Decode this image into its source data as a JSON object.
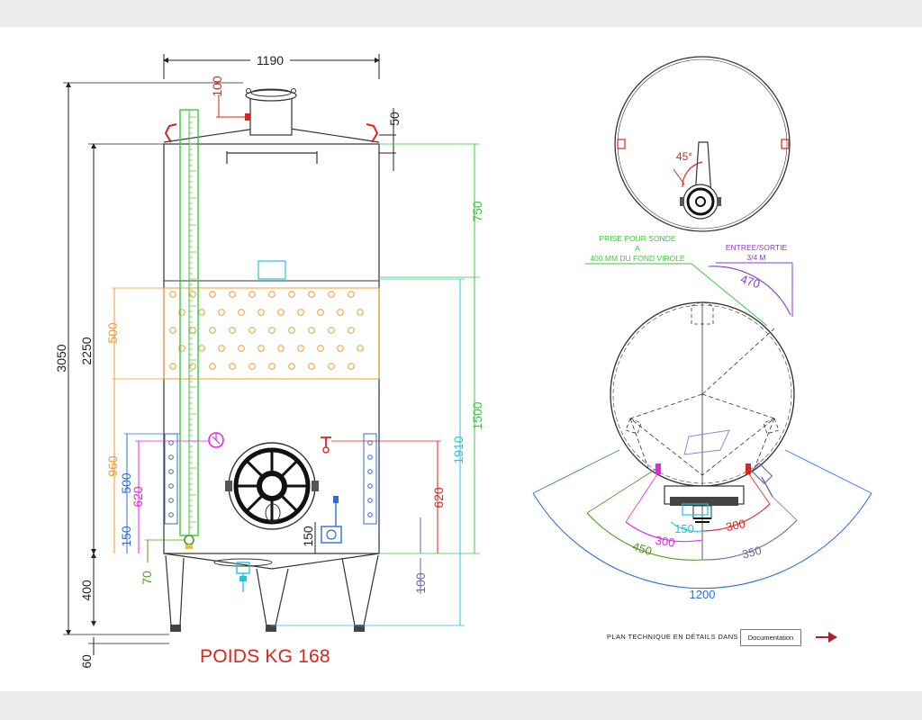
{
  "colors": {
    "black": "#222222",
    "red": "#d9261c",
    "green": "#3cc83c",
    "orange": "#f09a2e",
    "blue": "#2f6ed8",
    "cyan": "#21c6de",
    "magenta": "#e02ae0",
    "purple": "#8a3cc8",
    "olive": "#4f9a1e",
    "slate": "#6a6aaa",
    "darkred": "#b0202a"
  },
  "front_view": {
    "width_label": "1190",
    "lid_height_label": "100",
    "top_offset_label": "50",
    "total_height_label": "3050",
    "body_height_label": "2250",
    "top_section_label": "750",
    "belt_height_label": "500",
    "lower_section_label": "1500",
    "overall_level_label": "1910",
    "orange_level_label": "960",
    "blue_level_label": "500",
    "magenta_level_label": "620",
    "red_right_label": "620",
    "valve_level_label": "150",
    "door_level_label": "150",
    "leg_label": "400",
    "foot_label": "60",
    "drain_label": "70",
    "right_drain_label": "100"
  },
  "plan_view": {
    "angle_label": "45°",
    "probe_note": [
      "PRISE POUR SONDE",
      "A",
      "400 MM DU FOND VIROLE"
    ],
    "inlet_note": [
      "ENTREE/SORTIE",
      "3/4 M"
    ],
    "inlet_dim": "470",
    "dim_1200": "1200",
    "dim_450": "450",
    "dim_300_left": "300",
    "dim_150": "150",
    "dim_300_right": "300",
    "dim_350": "350"
  },
  "footer": {
    "weight": "POIDS KG 168",
    "plan_text": "PLAN TECHNIQUE EN DÉTAILS DANS",
    "doc_button": "Documentation"
  }
}
